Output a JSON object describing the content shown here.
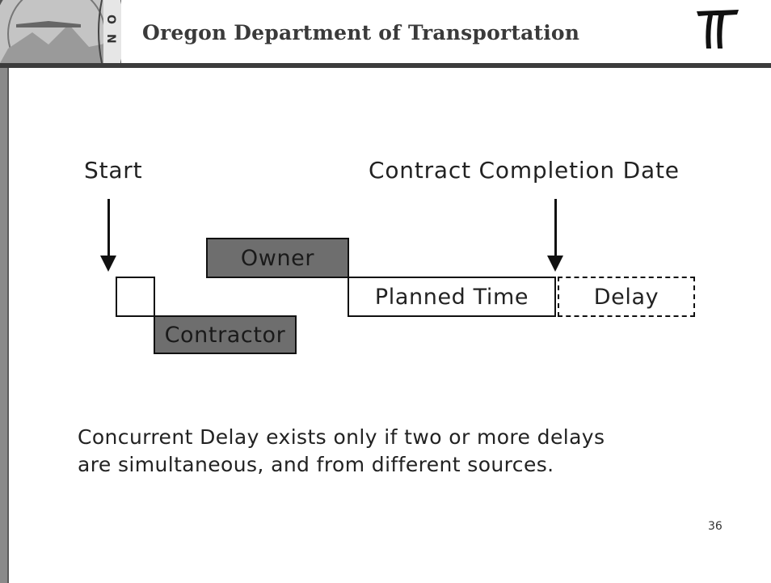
{
  "header": {
    "title": "Oregon Department of Transportation",
    "seal_icon": "oregon-state-seal",
    "logo_icon": "odot-logo",
    "rule_color": "#3c3c3c"
  },
  "diagram": {
    "start_label": "Start",
    "completion_label": "Contract Completion Date",
    "owner_label": "Owner",
    "contractor_label": "Contractor",
    "planned_label": "Planned Time",
    "delay_label": "Delay",
    "fill_color": "#6e6e6e"
  },
  "body": {
    "text": "Concurrent Delay exists only if two or more delays are simultaneous, and from different sources."
  },
  "footer": {
    "slide_number": "36"
  }
}
